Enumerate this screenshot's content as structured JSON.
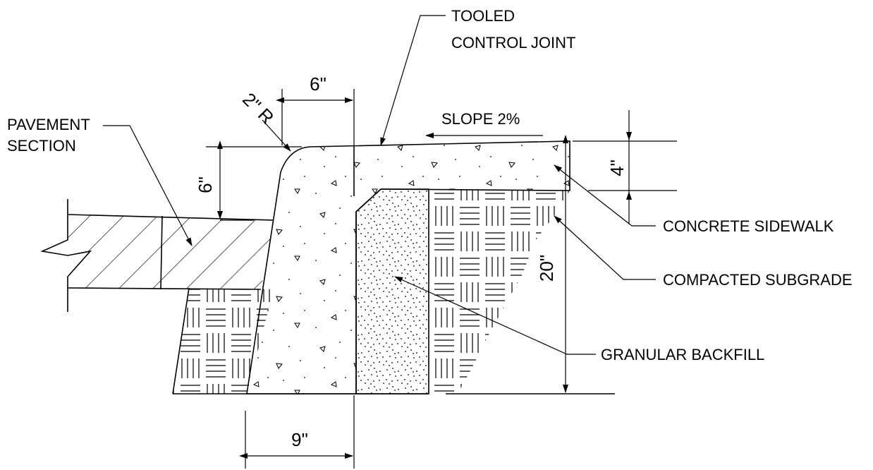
{
  "labels": {
    "tooled_line1": "TOOLED",
    "tooled_line2": "CONTROL JOINT",
    "pavement_line1": "PAVEMENT",
    "pavement_line2": "SECTION",
    "slope": "SLOPE 2%",
    "concrete_sidewalk": "CONCRETE SIDEWALK",
    "compacted_subgrade": "COMPACTED SUBGRADE",
    "granular_backfill": "GRANULAR BACKFILL"
  },
  "dimensions": {
    "top_width": "6\"",
    "radius": "2\" R",
    "curb_height": "6\"",
    "sidewalk_thickness": "4\"",
    "total_depth": "20\"",
    "base_width": "9\""
  },
  "colors": {
    "line": "#000000",
    "background": "#ffffff"
  }
}
